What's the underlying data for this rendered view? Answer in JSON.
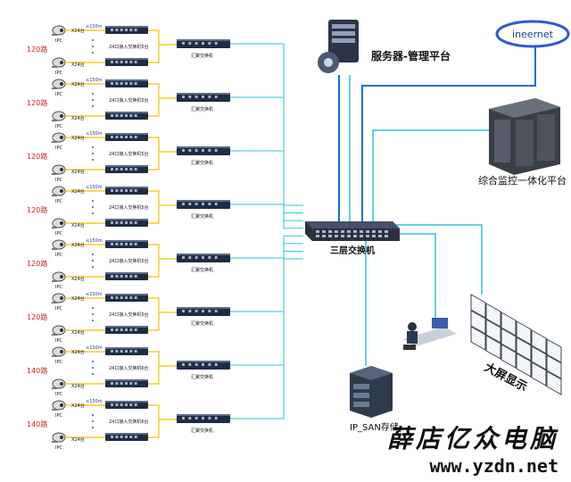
{
  "colors": {
    "link_cyan": "#2ec4d6",
    "link_blue": "#1a6fd0",
    "link_yellow": "#f2c400",
    "internet_border": "#2a5bd7",
    "count_red": "#cc2222",
    "switch_body": "#1f2c45"
  },
  "labels": {
    "server": "服务器-管理平台",
    "internet": "ineernet",
    "monitor": "综合监控一体化平台",
    "core_switch": "三层交换机",
    "storage": "IP_SAN存储",
    "video_wall": "大屏显示",
    "access_count": "X24台",
    "distance": "≤150m",
    "ipc": "IPC",
    "agg_switch": "汇聚交换机"
  },
  "groups": [
    {
      "count": "120路",
      "access": "24口接入交换机5台"
    },
    {
      "count": "120路",
      "access": "24口接入交换机5台"
    },
    {
      "count": "120路",
      "access": "24口接入交换机5台"
    },
    {
      "count": "120路",
      "access": "24口接入交换机5台"
    },
    {
      "count": "120路",
      "access": "24口接入交换机5台"
    },
    {
      "count": "120路",
      "access": "24口接入交换机5台"
    },
    {
      "count": "140路",
      "access": "24口接入交换机6台"
    },
    {
      "count": "140路",
      "access": "24口接入交换机6台"
    }
  ],
  "watermark": {
    "brand": "薛店亿众电脑",
    "url": "www.yzdn.net"
  }
}
